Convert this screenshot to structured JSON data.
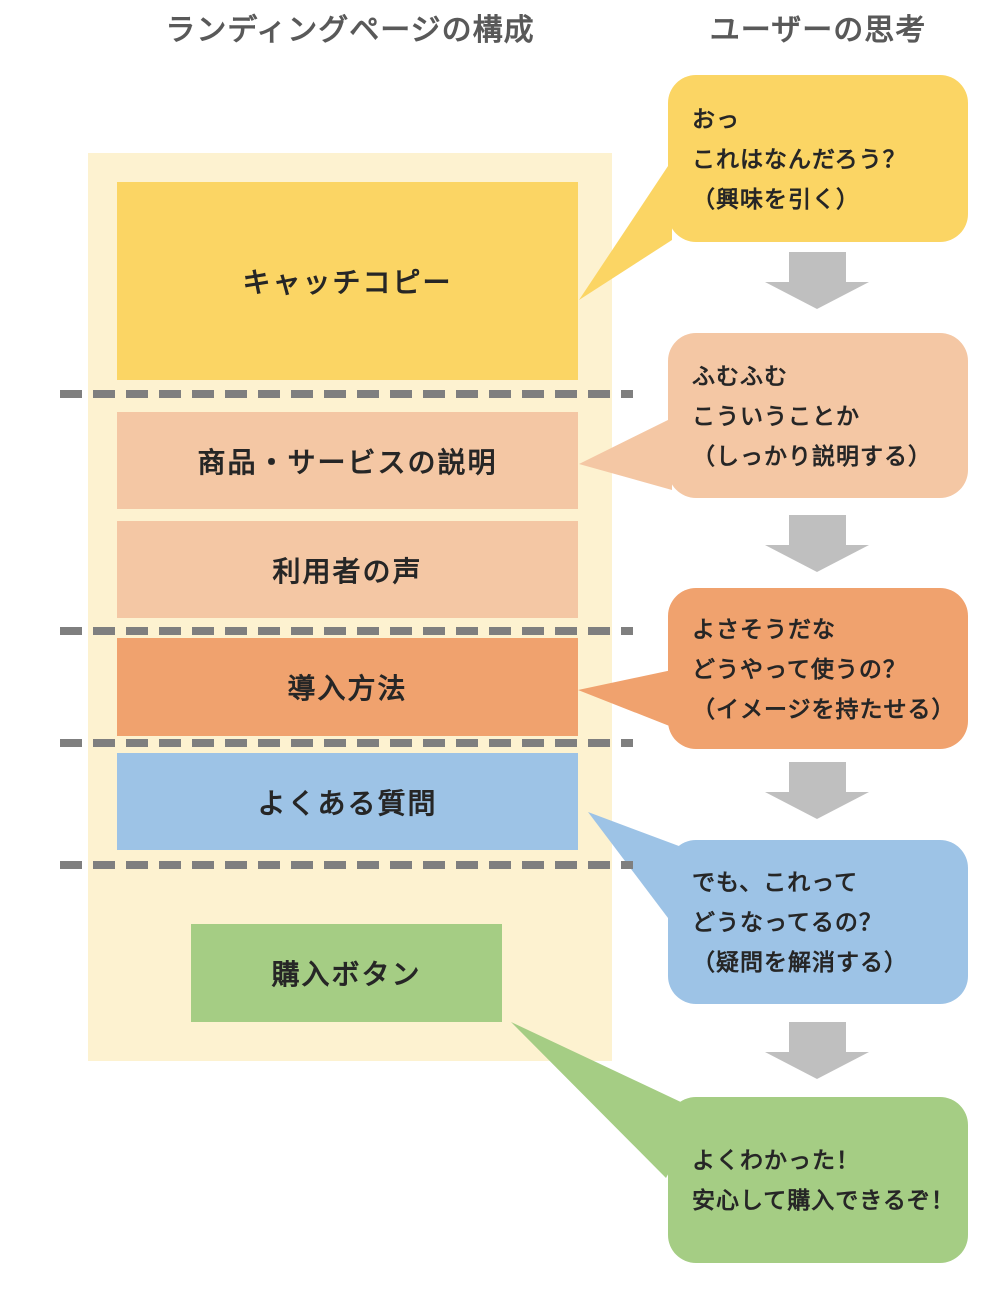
{
  "titles": {
    "left": "ランディングページの構成",
    "right": "ユーザーの思考"
  },
  "landing_page": {
    "sections": [
      {
        "label": "キャッチコピー",
        "color": "#FBD564"
      },
      {
        "label": "商品・サービスの説明",
        "color": "#F4C7A4"
      },
      {
        "label": "利用者の声",
        "color": "#F4C7A4"
      },
      {
        "label": "導入方法",
        "color": "#F0A26E"
      },
      {
        "label": "よくある質問",
        "color": "#9DC3E6"
      },
      {
        "label": "購入ボタン",
        "color": "#A5CD84"
      }
    ]
  },
  "thoughts": [
    {
      "color": "#FBD564",
      "lines": [
        "おっ",
        "これはなんだろう？",
        "（興味を引く）"
      ]
    },
    {
      "color": "#F4C7A4",
      "lines": [
        "ふむふむ",
        "こういうことか",
        "（しっかり説明する）"
      ]
    },
    {
      "color": "#F0A26E",
      "lines": [
        "よさそうだな",
        "どうやって使うの？",
        "（イメージを持たせる）"
      ]
    },
    {
      "color": "#9DC3E6",
      "lines": [
        "でも、これって",
        "どうなってるの？",
        "（疑問を解消する）"
      ]
    },
    {
      "color": "#A5CD84",
      "lines": [
        "よくわかった！",
        "安心して購入できるぞ！"
      ]
    }
  ],
  "colors": {
    "container_bg": "#FDF2D0",
    "arrow": "#BFBFBF",
    "dashed_line": "#7F7F7F",
    "title_text": "#595959",
    "body_text": "#262626",
    "page_bg": "#FFFFFF"
  }
}
